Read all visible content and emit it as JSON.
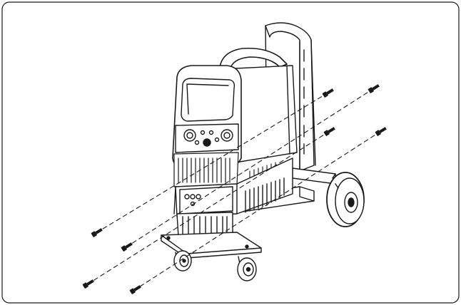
{
  "figure": {
    "description_visible_text": [],
    "line_color": "#1a1a1a",
    "background": "#ffffff"
  },
  "screws": [
    {
      "id": "screw-upper-right-1"
    },
    {
      "id": "screw-upper-right-2"
    },
    {
      "id": "screw-middle-right-1"
    },
    {
      "id": "screw-middle-right-2"
    },
    {
      "id": "screw-lower-left-1"
    },
    {
      "id": "screw-lower-left-2"
    },
    {
      "id": "screw-bottom-left-1"
    },
    {
      "id": "screw-bottom-left-2"
    }
  ]
}
